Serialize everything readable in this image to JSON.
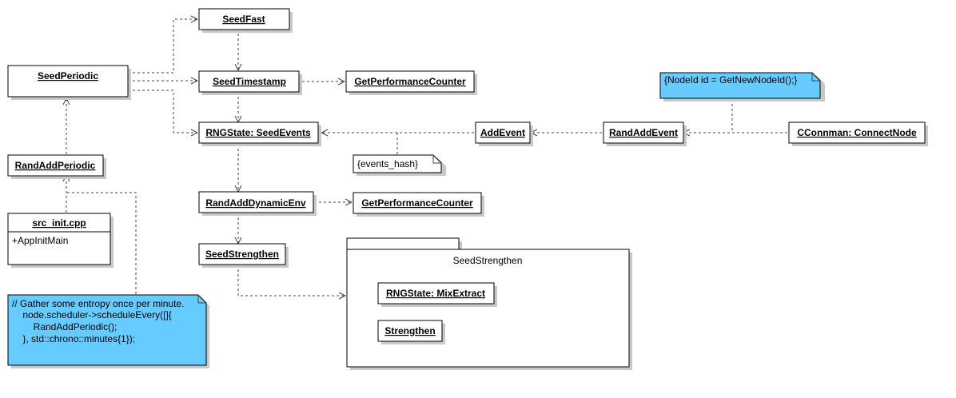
{
  "nodes": {
    "seed_fast": "SeedFast",
    "seed_periodic": "SeedPeriodic",
    "seed_timestamp": "SeedTimestamp",
    "get_perf_counter_1": "GetPerformanceCounter",
    "rngstate_seed_events": "RNGState: SeedEvents",
    "add_event": "AddEvent",
    "rand_add_event": "RandAddEvent",
    "cconnman_connect_node": "CConnman: ConnectNode",
    "rand_add_periodic": "RandAddPeriodic",
    "rand_add_dynamic_env": "RandAddDynamicEnv",
    "get_perf_counter_2": "GetPerformanceCounter",
    "seed_strengthen": "SeedStrengthen",
    "rngstate_mix_extract": "RNGState: MixExtract",
    "strengthen": "Strengthen"
  },
  "class_box": {
    "name": "src_init.cpp",
    "member": "+AppInitMain"
  },
  "package": {
    "title": "SeedStrengthen"
  },
  "notes": {
    "node_id": "{NodeId id = GetNewNodeId();}",
    "events_hash": "{events_hash}",
    "entropy": [
      "// Gather some entropy once per minute.",
      "    node.scheduler->scheduleEvery([]{",
      "        RandAddPeriodic();",
      "    }, std::chrono::minutes{1});"
    ]
  },
  "colors": {
    "note_blue": "#66ccff",
    "shadow": "#c8c8c8"
  }
}
